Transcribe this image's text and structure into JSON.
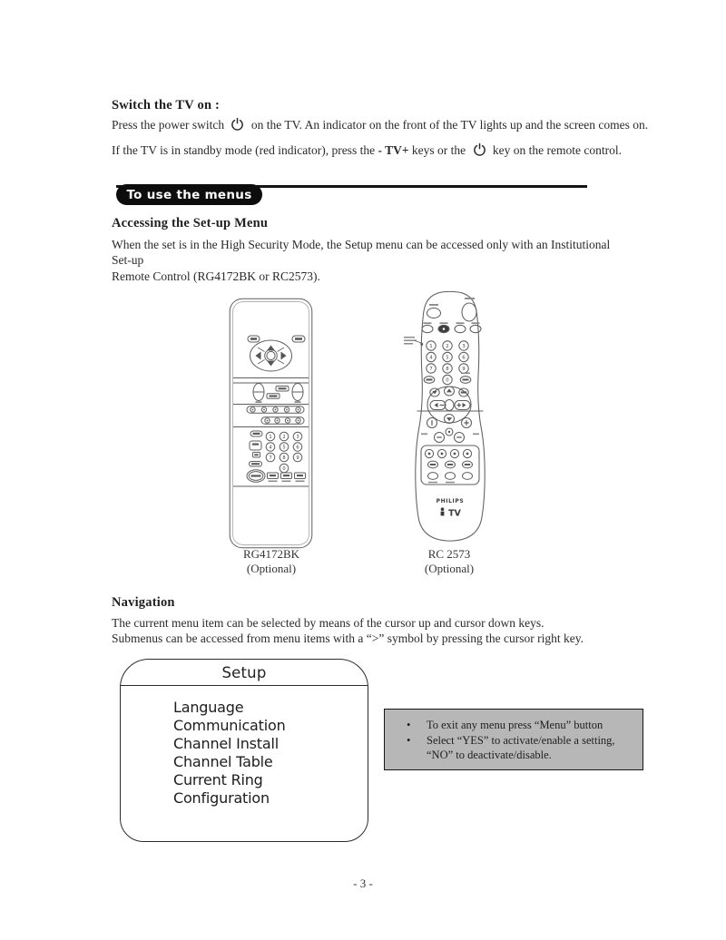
{
  "power_on": {
    "heading": "Switch the TV on :",
    "line1_before_icon": "Press the power switch",
    "line1_after_icon": "on the TV. An indicator on the front of the TV lights up and the screen comes on.",
    "line2_before_keys": "If the TV is in standby mode (red indicator), press the",
    "keys_label": "- TV+",
    "line2_middle": "keys or the",
    "line2_after_icon": "key on the remote control."
  },
  "section_banner": {
    "label": "To use the menus"
  },
  "accessing": {
    "heading": "Accessing the Set-up Menu",
    "line1": "When the set is in the High Security Mode, the Setup menu can be accessed only with an Institutional Set-up",
    "line2": "Remote Control (RG4172BK or RC2573)."
  },
  "remotes": {
    "left": {
      "model": "RG4172BK",
      "availability": "(Optional)",
      "keypad_digits": [
        "1",
        "2",
        "3",
        "4",
        "5",
        "6",
        "7",
        "8",
        "9",
        "0"
      ]
    },
    "right": {
      "model": "RC 2573",
      "availability": "(Optional)",
      "brand": "PHILIPS",
      "logo_text": "TV",
      "keypad_digits": [
        "1",
        "2",
        "3",
        "4",
        "5",
        "6",
        "7",
        "8",
        "9",
        "0"
      ]
    }
  },
  "navigation": {
    "heading": "Navigation",
    "line1": "The current menu item can be selected by means of the cursor up and cursor down keys.",
    "line2": "Submenus can be accessed from menu items with a “>” symbol by pressing the cursor right key."
  },
  "setup_menu": {
    "title": "Setup",
    "items": [
      "Language",
      "Communication",
      "Channel Install",
      "Channel Table",
      "Current Ring",
      "Configuration"
    ]
  },
  "notes_box": {
    "bullets": [
      "To exit any menu press “Menu” button",
      "Select “YES” to activate/enable a setting, “NO” to deactivate/disable."
    ],
    "background_color": "#b7b7b7"
  },
  "footer": {
    "page_number": "- 3 -"
  }
}
